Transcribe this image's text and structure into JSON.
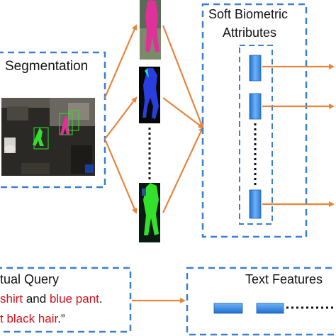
{
  "segmentation": {
    "title": "Segmentation"
  },
  "soft_biometric": {
    "title_line1": "Soft Biometric",
    "title_line2": "Attributes"
  },
  "textual_query": {
    "title": "tual Query",
    "line1": {
      "part1": "shirt",
      "part2": " and ",
      "part3": "blue pant",
      "part4": "."
    },
    "line2": {
      "part1": "t black hair",
      "part2": ".”"
    }
  },
  "text_features": {
    "title": "Text Features"
  },
  "colors": {
    "dashed_border": "#3a7fd0",
    "arrow": "#e8843c",
    "feature_bar": "#3d8ee0",
    "red_text": "#d0101a",
    "person_magenta": "#e0309a",
    "person_blue": "#2a3ee0",
    "person_green": "#33e02a"
  }
}
